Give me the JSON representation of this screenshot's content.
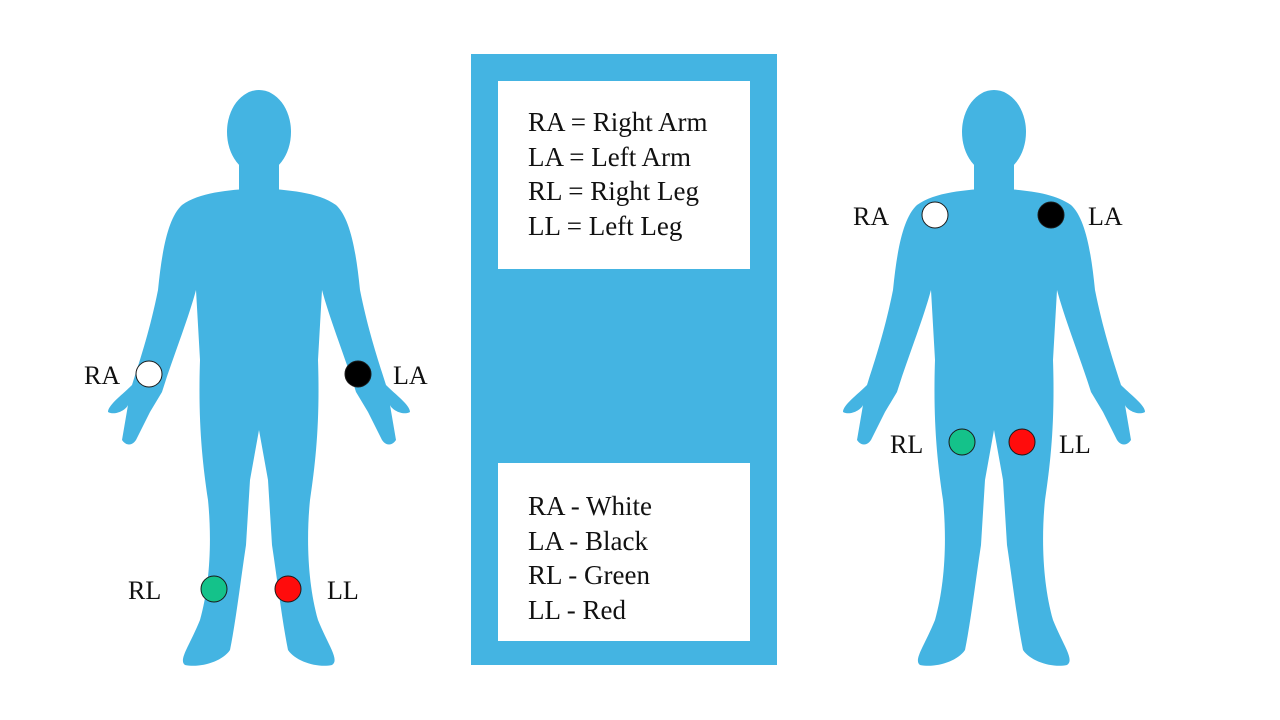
{
  "colors": {
    "body": "#44b4e2",
    "panel": "#44b4e2",
    "ra": "#ffffff",
    "la": "#000000",
    "rl": "#14c28a",
    "ll": "#ff0c0c"
  },
  "legend_abbreviations": [
    "RA = Right Arm",
    "LA = Left Arm",
    "RL = Right Leg",
    "LL = Left Leg"
  ],
  "legend_colors": [
    "RA - White",
    "LA - Black",
    "RL - Green",
    "LL - Red"
  ],
  "left_figure": {
    "labels": {
      "ra": "RA",
      "la": "LA",
      "rl": "RL",
      "ll": "LL"
    }
  },
  "right_figure": {
    "labels": {
      "ra": "RA",
      "la": "LA",
      "rl": "RL",
      "ll": "LL"
    }
  }
}
